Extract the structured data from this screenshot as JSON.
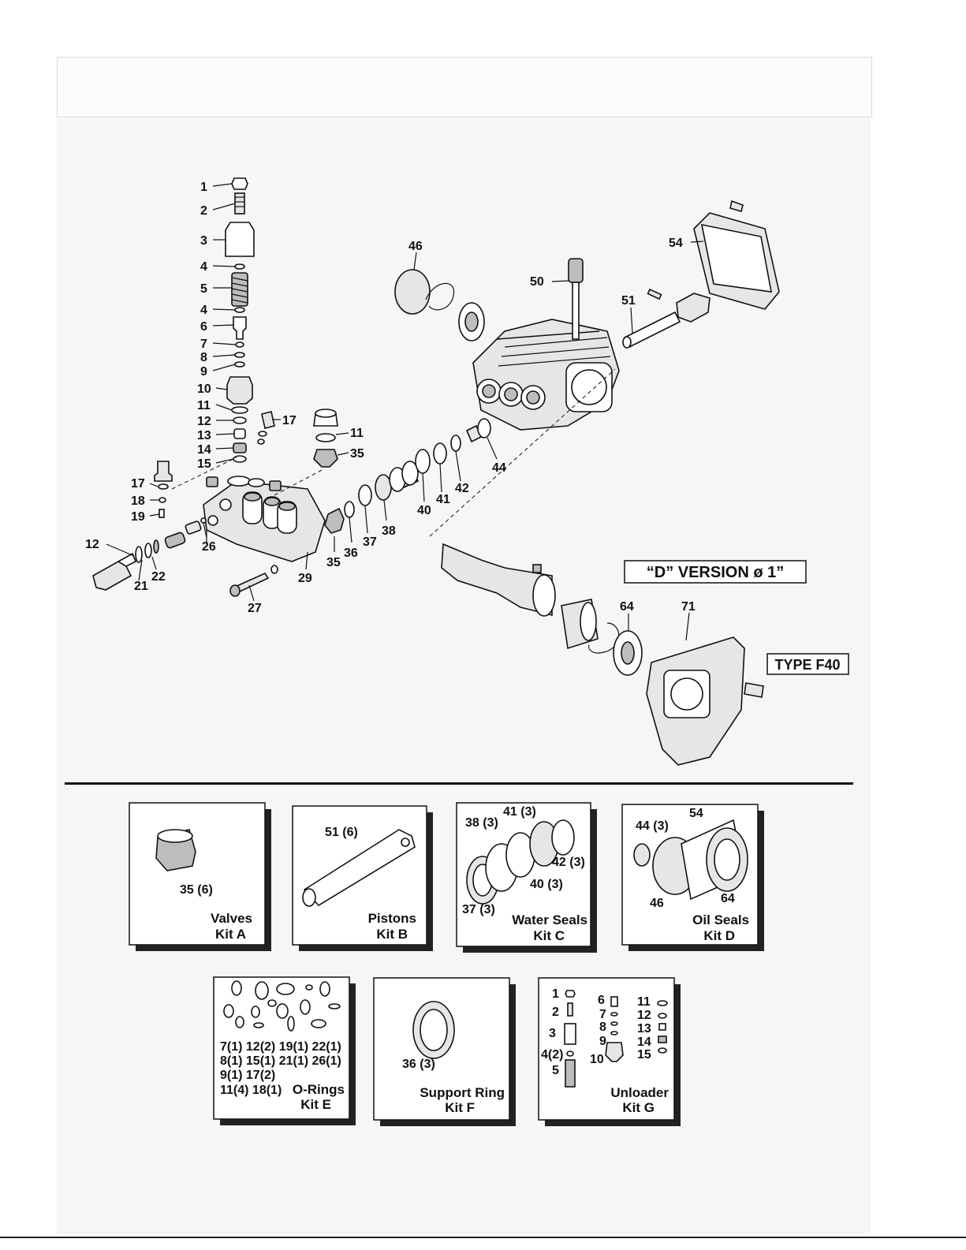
{
  "callouts": {
    "c1": "1",
    "c2": "2",
    "c3": "3",
    "c4a": "4",
    "c5": "5",
    "c4b": "4",
    "c6": "6",
    "c7": "7",
    "c8": "8",
    "c9": "9",
    "c10": "10",
    "c11a": "11",
    "c12a": "12",
    "c13": "13",
    "c14": "14",
    "c15": "15",
    "c17a": "17",
    "c11b": "11",
    "c35a": "35",
    "c17b": "17",
    "c18": "18",
    "c19": "19",
    "c12b": "12",
    "c21": "21",
    "c22": "22",
    "c26": "26",
    "c29": "29",
    "c27": "27",
    "c35b": "35",
    "c36": "36",
    "c37": "37",
    "c38": "38",
    "c40": "40",
    "c41": "41",
    "c42": "42",
    "c44": "44",
    "c46": "46",
    "c50": "50",
    "c51": "51",
    "c54": "54",
    "c64": "64",
    "c71": "71"
  },
  "version_label": "“D” VERSION ø 1”",
  "type_label": "TYPE F40",
  "kits": {
    "a": {
      "labels": [
        "35 (6)"
      ],
      "title1": "Valves",
      "title2": "Kit A"
    },
    "b": {
      "labels": [
        "51 (6)"
      ],
      "title1": "Pistons",
      "title2": "Kit B"
    },
    "c": {
      "labels": [
        "38 (3)",
        "41 (3)",
        "42 (3)",
        "40 (3)",
        "37 (3)"
      ],
      "title1": "Water Seals",
      "title2": "Kit C"
    },
    "d": {
      "labels": [
        "44 (3)",
        "54",
        "46",
        "64"
      ],
      "title1": "Oil Seals",
      "title2": "Kit D"
    },
    "e": {
      "lines": [
        "7(1) 12(2) 19(1) 22(1)",
        "8(1) 15(1) 21(1) 26(1)",
        "9(1) 17(2)",
        "11(4) 18(1)"
      ],
      "title1": "O-Rings",
      "title2": "Kit E"
    },
    "f": {
      "labels": [
        "36 (3)"
      ],
      "title1": "Support Ring",
      "title2": "Kit F"
    },
    "g": {
      "labels": [
        "1",
        "2",
        "3",
        "4(2)",
        "5",
        "6",
        "7",
        "8",
        "9",
        "10",
        "11",
        "12",
        "13",
        "14",
        "15"
      ],
      "title1": "Unloader",
      "title2": "Kit G"
    }
  }
}
